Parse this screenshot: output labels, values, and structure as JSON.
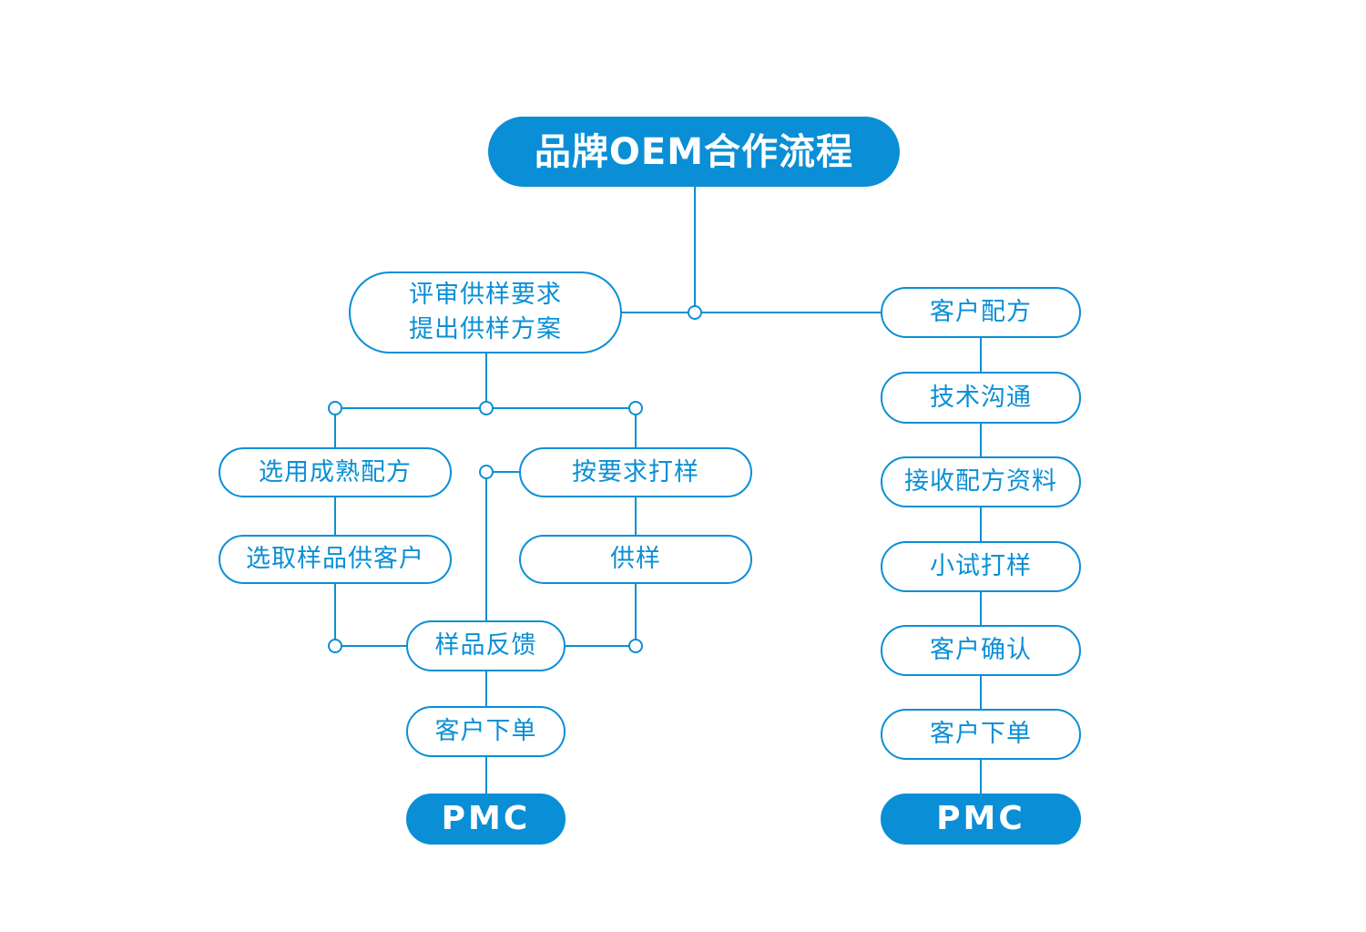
{
  "colors": {
    "accent": "#0a8fd6",
    "background": "#ffffff"
  },
  "title": "品牌OEM合作流程",
  "left": {
    "review": "评审供样要求\n提出供样方案",
    "mature_formula": "选用成熟配方",
    "pick_sample": "选取样品供客户",
    "make_by_requirement": "按要求打样",
    "supply_sample": "供样",
    "feedback": "样品反馈",
    "order": "客户下单",
    "pmc": "PMC"
  },
  "right": {
    "customer_formula": "客户配方",
    "tech_communication": "技术沟通",
    "receive_formula_data": "接收配方资料",
    "trial_sample": "小试打样",
    "customer_confirm": "客户确认",
    "order": "客户下单",
    "pmc": "PMC"
  }
}
